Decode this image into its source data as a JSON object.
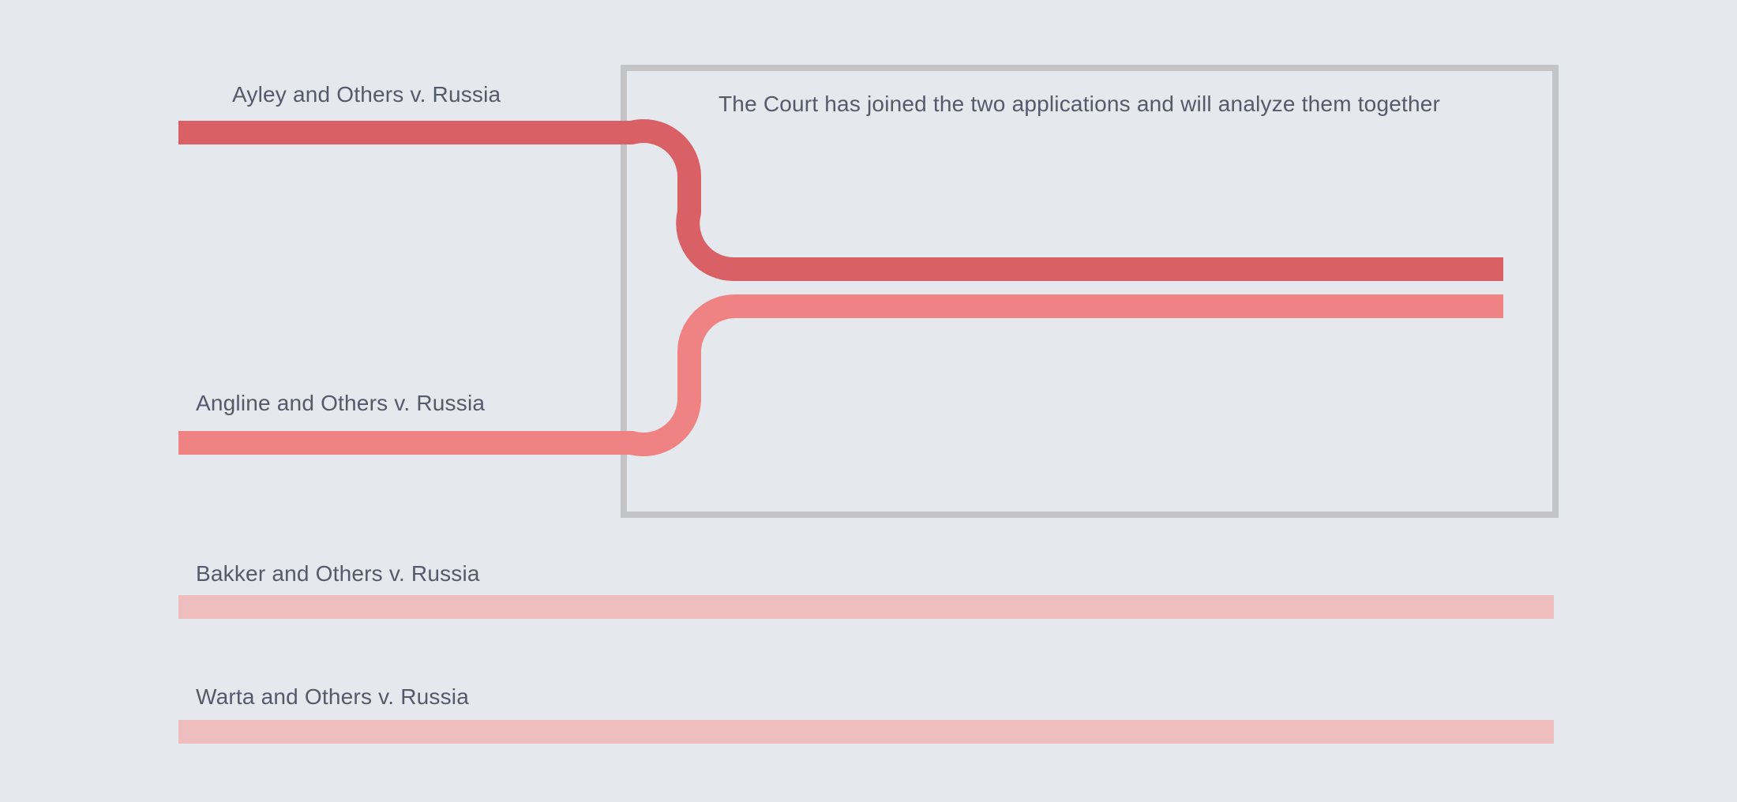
{
  "colors": {
    "background": "#e5e8ed",
    "text": "#555a6b",
    "frame": "#c4c4c6",
    "ayley": "#d96166",
    "angline": "#ef8283",
    "inactive": "#eebdbe"
  },
  "cases": [
    {
      "id": "ayley",
      "label": "Ayley and Others v. Russia",
      "joined": true
    },
    {
      "id": "angline",
      "label": "Angline and Others v. Russia",
      "joined": true
    },
    {
      "id": "bakker",
      "label": "Bakker and Others v. Russia",
      "joined": false
    },
    {
      "id": "warta",
      "label": "Warta and Others v. Russia",
      "joined": false
    }
  ],
  "join_box": {
    "note": "The Court has joined the two applications and will analyze them together"
  }
}
